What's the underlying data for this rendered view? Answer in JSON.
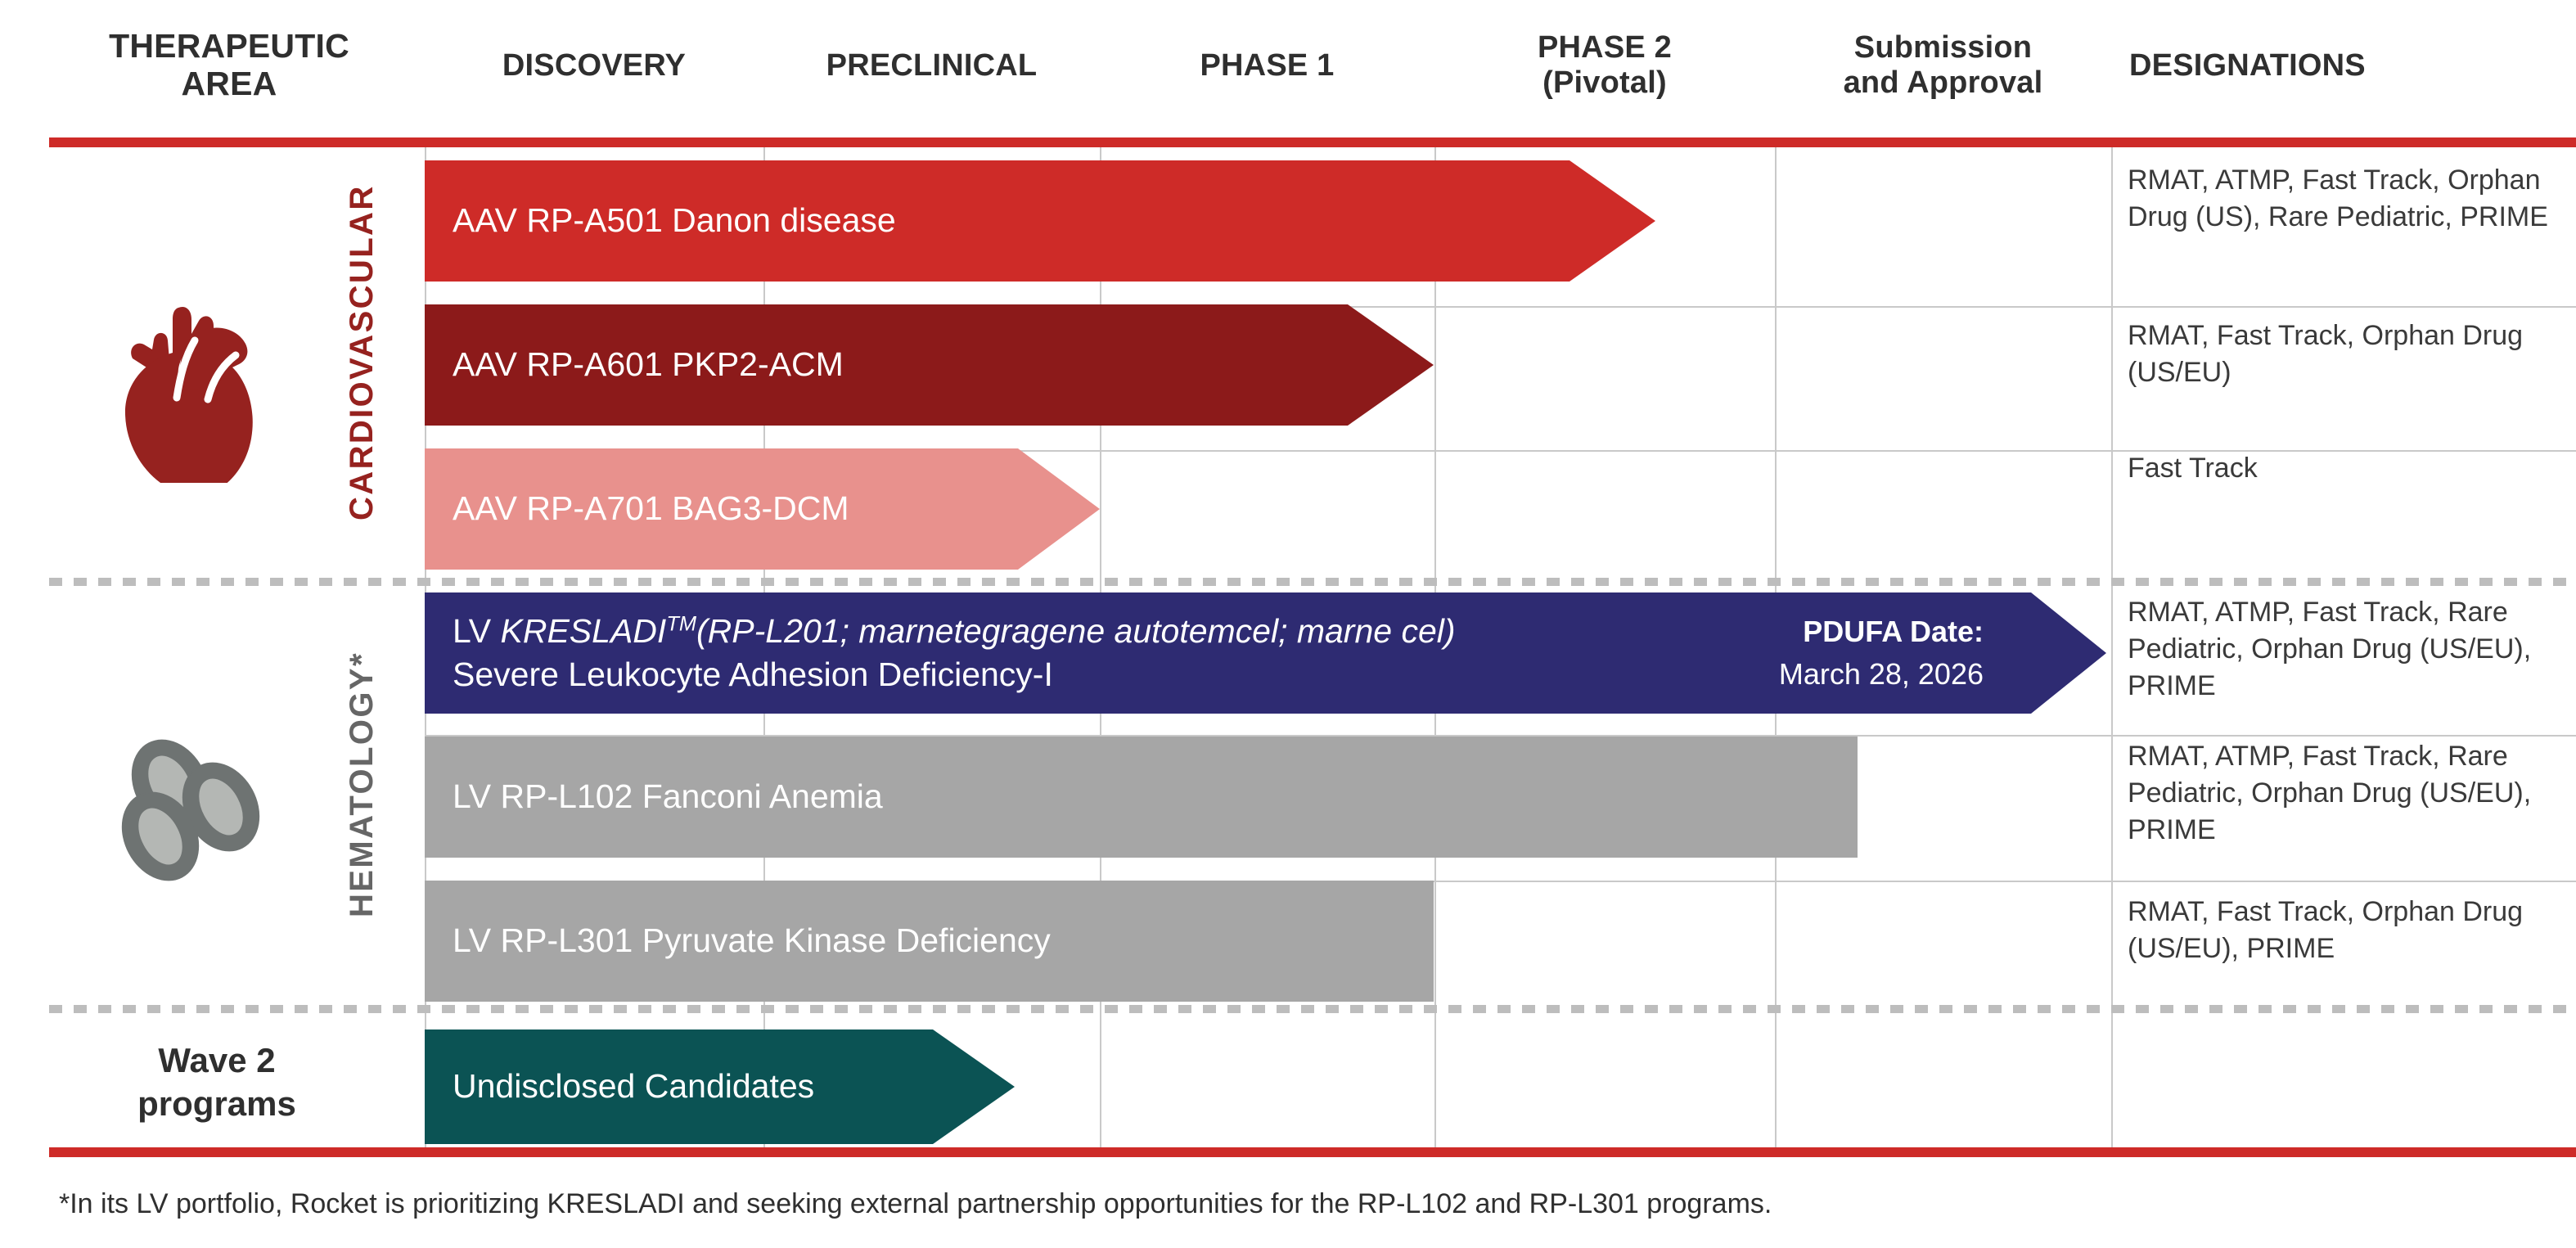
{
  "header": {
    "columns": [
      {
        "key": "therapeutic_area",
        "label": "THERAPEUTIC AREA"
      },
      {
        "key": "discovery",
        "label": "DISCOVERY"
      },
      {
        "key": "preclinical",
        "label": "PRECLINICAL"
      },
      {
        "key": "phase1",
        "label": "PHASE 1"
      },
      {
        "key": "phase2",
        "label": "PHASE 2 (Pivotal)"
      },
      {
        "key": "submission",
        "label": "Submission and Approval"
      },
      {
        "key": "designations",
        "label": "DESIGNATIONS"
      }
    ],
    "therapeutic_area": "THERAPEUTIC AREA",
    "therapeutic_area_line1": "THERAPEUTIC",
    "therapeutic_area_line2": "AREA",
    "discovery": "DISCOVERY",
    "preclinical": "PRECLINICAL",
    "phase1": "PHASE 1",
    "phase2_line1": "PHASE 2",
    "phase2_line2": "(Pivotal)",
    "submission_line1": "Submission",
    "submission_line2": "and Approval",
    "designations": "DESIGNATIONS"
  },
  "areas": {
    "cardiovascular": {
      "label": "CARDIOVASCULAR",
      "icon": "heart-icon",
      "color": "#96221F"
    },
    "hematology": {
      "label": "HEMATOLOGY*",
      "icon": "blood-cells-icon",
      "color": "#666666"
    },
    "wave2": {
      "label_line1": "Wave 2",
      "label_line2": "programs"
    }
  },
  "programs": [
    {
      "id": "rp-a501",
      "area": "cardiovascular",
      "label": "AAV RP-A501 Danon disease",
      "modality": "AAV",
      "stage_reached": "Phase 2 (Pivotal)",
      "shape": "arrow",
      "color": "#CE2B28",
      "designations": "RMAT, ATMP, Fast Track, Orphan Drug (US), Rare Pediatric, PRIME"
    },
    {
      "id": "rp-a601",
      "area": "cardiovascular",
      "label": "AAV RP-A601 PKP2-ACM",
      "modality": "AAV",
      "stage_reached": "Phase 1",
      "shape": "arrow",
      "color": "#8C1A1A",
      "designations": "RMAT, Fast Track, Orphan Drug (US/EU)"
    },
    {
      "id": "rp-a701",
      "area": "cardiovascular",
      "label": "AAV RP-A701 BAG3-DCM",
      "modality": "AAV",
      "stage_reached": "Preclinical",
      "shape": "arrow",
      "color": "#E8918D",
      "designations": "Fast Track"
    },
    {
      "id": "rp-l201",
      "area": "hematology",
      "label_line1_prefix": "LV ",
      "label_line1_italic": "KRESLADI",
      "label_line1_tm": "TM",
      "label_line1_suffix": "(RP-L201; marnetegragene autotemcel; marne cel)",
      "label_line2": "Severe Leukocyte Adhesion Deficiency-I",
      "modality": "LV",
      "stage_reached": "Submission and Approval",
      "shape": "arrow",
      "color": "#2E2B72",
      "pdufa_title": "PDUFA Date:",
      "pdufa_date": "March 28, 2026",
      "designations": "RMAT, ATMP, Fast Track, Rare Pediatric, Orphan Drug (US/EU), PRIME"
    },
    {
      "id": "rp-l102",
      "area": "hematology",
      "label": "LV RP-L102 Fanconi Anemia",
      "modality": "LV",
      "stage_reached": "Phase 2 (Pivotal)",
      "shape": "rect",
      "color": "#A6A6A6",
      "designations": "RMAT, ATMP, Fast Track, Rare Pediatric, Orphan Drug (US/EU), PRIME"
    },
    {
      "id": "rp-l301",
      "area": "hematology",
      "label": "LV RP-L301 Pyruvate Kinase Deficiency",
      "modality": "LV",
      "stage_reached": "Phase 1",
      "shape": "rect",
      "color": "#A6A6A6",
      "designations": "RMAT, Fast Track, Orphan Drug (US/EU), PRIME"
    },
    {
      "id": "wave2",
      "area": "wave2",
      "label": "Undisclosed Candidates",
      "stage_reached": "Discovery",
      "shape": "arrow",
      "color": "#0B5354",
      "designations": ""
    }
  ],
  "footnote": "*In its LV portfolio, Rocket is prioritizing KRESLADI and seeking external partnership opportunities for the RP-L102 and RP-L301 programs.",
  "colors": {
    "accent_red": "#CE2B28",
    "dark_red": "#8C1A1A",
    "light_pink": "#E8918D",
    "navy": "#2E2B72",
    "gray": "#A6A6A6",
    "teal": "#0B5354",
    "gridline": "#C9C9C9",
    "text": "#2F2F2F"
  },
  "chart_data": {
    "type": "bar",
    "title": "Pipeline",
    "xlabel": "",
    "ylabel": "",
    "stage_axis": [
      "DISCOVERY",
      "PRECLINICAL",
      "PHASE 1",
      "PHASE 2 (Pivotal)",
      "Submission and Approval"
    ],
    "categories": [
      "AAV RP-A501 Danon disease",
      "AAV RP-A601 PKP2-ACM",
      "AAV RP-A701 BAG3-DCM",
      "LV KRESLADI (RP-L201) Severe Leukocyte Adhesion Deficiency-I",
      "LV RP-L102 Fanconi Anemia",
      "LV RP-L301 Pyruvate Kinase Deficiency",
      "Undisclosed Candidates"
    ],
    "values": [
      4,
      3,
      2,
      5,
      4,
      3,
      1
    ],
    "xlim": [
      0,
      5
    ],
    "grid": true,
    "legend": "none",
    "annotations": [
      "PDUFA Date: March 28, 2026"
    ]
  }
}
